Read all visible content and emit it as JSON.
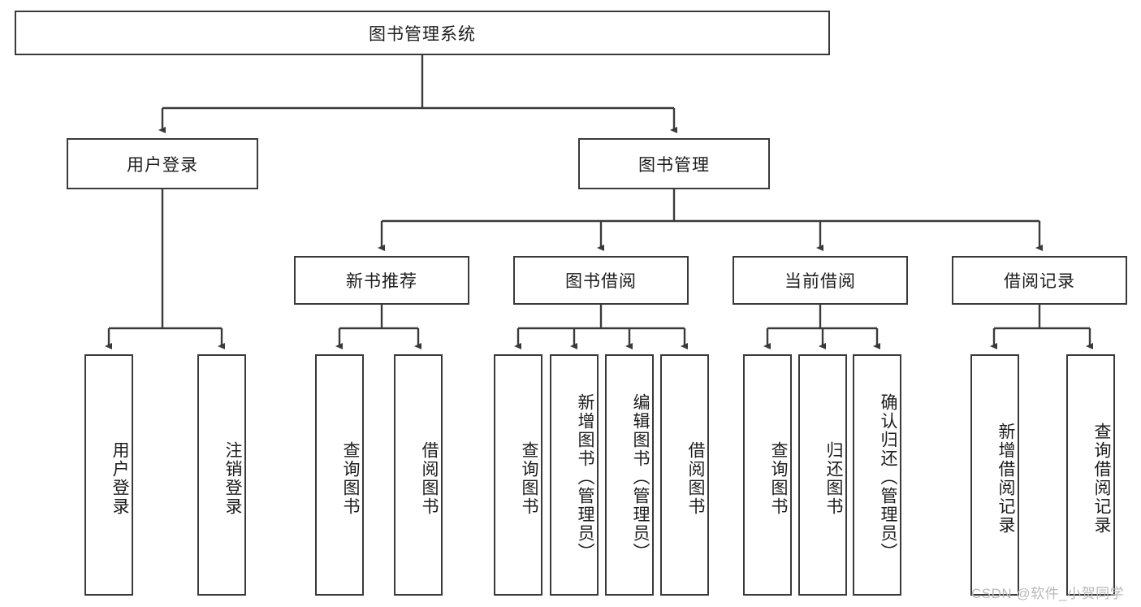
{
  "diagram": {
    "title": "图书管理系统",
    "type": "tree-hierarchy-chart",
    "watermark": "CSDN @软件_小贺同学",
    "nodes": {
      "root": "图书管理系统",
      "level1": [
        "用户登录",
        "图书管理"
      ],
      "level2": [
        "新书推荐",
        "图书借阅",
        "当前借阅",
        "借阅记录"
      ],
      "leaves_user_login": [
        "用户登录",
        "注销登录"
      ],
      "leaves_new_book": [
        "查询图书",
        "借阅图书"
      ],
      "leaves_borrow": [
        "查询图书",
        "新增图书（管理员）",
        "编辑图书（管理员）",
        "借阅图书"
      ],
      "leaves_current": [
        "查询图书",
        "归还图书",
        "确认归还（管理员）"
      ],
      "leaves_records": [
        "新增借阅记录",
        "查询借阅记录"
      ]
    },
    "colors": {
      "stroke": "#3a3a3a",
      "fill": "#ffffff",
      "text": "#1c1c1c",
      "watermark": "#b9b9b9"
    }
  }
}
